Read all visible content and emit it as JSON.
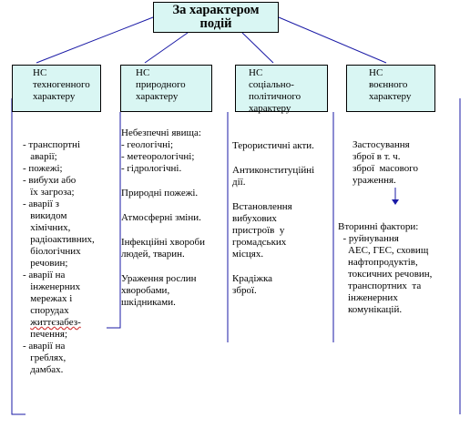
{
  "root_title": [
    "За характером",
    "подій"
  ],
  "categories": [
    {
      "lines": [
        "НС",
        "техногенного",
        "характеру"
      ]
    },
    {
      "lines": [
        "НС",
        "природного",
        "характеру"
      ]
    },
    {
      "lines": [
        "НС",
        "соціально-",
        "політичного",
        "характеру"
      ]
    },
    {
      "lines": [
        "НС",
        "воєнного",
        "характеру"
      ]
    }
  ],
  "columns": [
    {
      "lines": [
        "- транспортні",
        "   аварії;",
        "- пожежі;",
        "- вибухи або",
        "   їх загроза;",
        "- аварії з",
        "   викидом",
        "   хімічних,",
        "   радіоактивних,",
        "   біологічних",
        "   речовин;",
        "- аварії на",
        "   інженерних",
        "   мережах і",
        "   спорудах",
        "   життєзабез-",
        "   печення;",
        "- аварії на",
        "   греблях,",
        "   дамбах."
      ]
    },
    {
      "blocks": [
        [
          "Небезпечні явища:",
          "- геологічні;",
          "- метеорологічні;",
          "- гідрологічні."
        ],
        [
          "Природні пожежі."
        ],
        [
          "Атмосферні зміни."
        ],
        [
          "Інфекційні хвороби",
          "людей,  тварин."
        ],
        [
          "Ураження рослин",
          "хворобами,",
          "шкідниками."
        ]
      ]
    },
    {
      "blocks": [
        [
          "Терористичні акти."
        ],
        [
          "Антиконституційні",
          "дії."
        ],
        [
          "Встановлення",
          "вибухових",
          "пристроїв  у",
          "громадських",
          "місцях."
        ],
        [
          "Крадіжка",
          "зброї."
        ]
      ]
    },
    {
      "top_lines": [
        "Застосування",
        "зброї в т. ч.",
        "зброї  масового",
        "ураження."
      ],
      "bottom_lines": [
        "Вторинні фактори:",
        "  - руйнування",
        "    АЕС, ГЕС, сховищ",
        "    нафтопродуктів,",
        "    токсичних речовин,",
        "    транспортних  та",
        "    інженерних",
        "    комунікацій."
      ]
    }
  ],
  "colors": {
    "box_fill": "#d9f6f3",
    "connector_blue": "#1a1aa6"
  }
}
